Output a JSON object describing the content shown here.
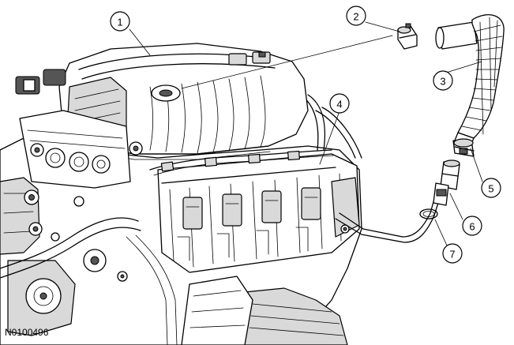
{
  "figure_id": "N0100496",
  "callouts": [
    {
      "label": "1"
    },
    {
      "label": "2"
    },
    {
      "label": "3"
    },
    {
      "label": "4"
    },
    {
      "label": "5"
    },
    {
      "label": "6"
    },
    {
      "label": "7"
    }
  ]
}
